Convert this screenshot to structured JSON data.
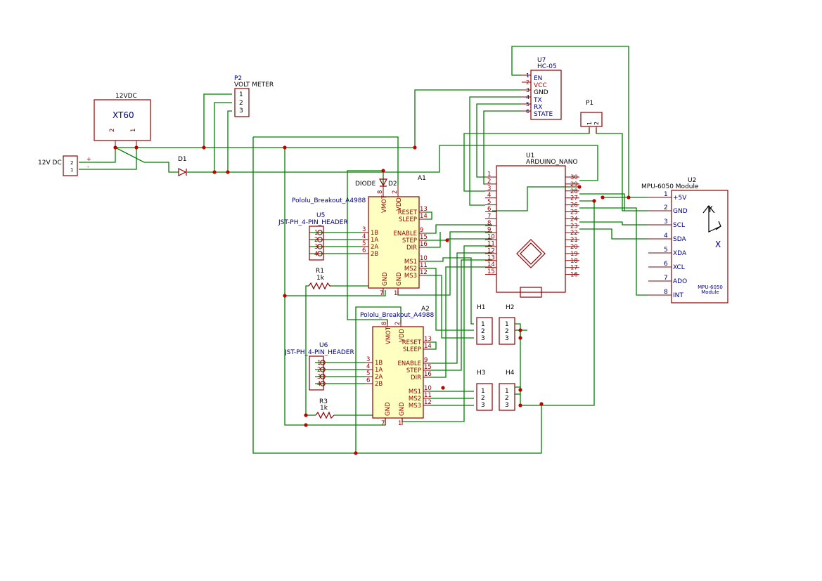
{
  "colors": {
    "wire": "#008000",
    "body": "#8b0000",
    "fill": "#ffffc2",
    "label": "#000080",
    "junction": "#c00000"
  },
  "xt60": {
    "value": "12VDC",
    "name": "XT60",
    "pins": [
      "2",
      "1"
    ]
  },
  "dc": {
    "label": "12V DC",
    "pins": [
      "2",
      "1"
    ],
    "signs": [
      "+",
      "-"
    ]
  },
  "p2": {
    "ref": "P2",
    "value": "VOLT METER",
    "pins": [
      "1",
      "2",
      "3"
    ]
  },
  "d1": {
    "ref": "D1"
  },
  "d2": {
    "ref": "D2",
    "value": "DIODE"
  },
  "a1": {
    "ref": "A1",
    "value": "Pololu_Breakout_A4988",
    "top_pins": [
      {
        "n": "8",
        "l": "VMOT"
      },
      {
        "n": "2",
        "l": "VDD"
      }
    ],
    "bottom_pins": [
      {
        "n": "7",
        "l": "GND"
      },
      {
        "n": "1",
        "l": "GND"
      }
    ],
    "left_pins": [
      {
        "n": "3",
        "l": "1B"
      },
      {
        "n": "4",
        "l": "1A"
      },
      {
        "n": "5",
        "l": "2A"
      },
      {
        "n": "6",
        "l": "2B"
      }
    ],
    "right_pins": [
      {
        "n": "13",
        "l": "RESET"
      },
      {
        "n": "14",
        "l": "SLEEP"
      },
      {
        "n": "9",
        "l": "ENABLE"
      },
      {
        "n": "15",
        "l": "STEP"
      },
      {
        "n": "16",
        "l": "DIR"
      },
      {
        "n": "10",
        "l": "MS1"
      },
      {
        "n": "11",
        "l": "MS2"
      },
      {
        "n": "12",
        "l": "MS3"
      }
    ]
  },
  "a2": {
    "ref": "A2",
    "value": "Pololu_Breakout_A4988"
  },
  "u5": {
    "ref": "U5",
    "value": "JST-PH_4-PIN_HEADER",
    "pins": [
      "1",
      "2",
      "3",
      "4"
    ]
  },
  "u6": {
    "ref": "U6",
    "value": "JST-PH_4-PIN_HEADER",
    "pins": [
      "1",
      "2",
      "3",
      "4"
    ]
  },
  "r1": {
    "ref": "R1",
    "value": "1k"
  },
  "r3": {
    "ref": "R3",
    "value": "1k"
  },
  "u7": {
    "ref": "U7",
    "value": "HC-05",
    "pins": [
      {
        "n": "1",
        "l": "EN"
      },
      {
        "n": "2",
        "l": "VCC"
      },
      {
        "n": "3",
        "l": "GND"
      },
      {
        "n": "4",
        "l": "TX"
      },
      {
        "n": "5",
        "l": "RX"
      },
      {
        "n": "6",
        "l": "STATE"
      }
    ]
  },
  "p1": {
    "ref": "P1",
    "pins": [
      "1",
      "2"
    ]
  },
  "u1": {
    "ref": "U1",
    "value": "ARDUINO_NANO",
    "left_pins": [
      "1",
      "2",
      "3",
      "4",
      "5",
      "6",
      "7",
      "8",
      "9",
      "10",
      "11",
      "12",
      "13",
      "14",
      "15"
    ],
    "right_pins": [
      "30",
      "29",
      "28",
      "27",
      "26",
      "25",
      "24",
      "23",
      "22",
      "21",
      "20",
      "19",
      "18",
      "17",
      "16"
    ]
  },
  "u2": {
    "ref": "U2",
    "value": "MPU-6050 Module",
    "module_text": [
      "MPU-6050",
      "Module"
    ],
    "axes": [
      "Y",
      "X"
    ],
    "pins": [
      {
        "n": "1",
        "l": "+5V"
      },
      {
        "n": "2",
        "l": "GND"
      },
      {
        "n": "3",
        "l": "SCL"
      },
      {
        "n": "4",
        "l": "SDA"
      },
      {
        "n": "5",
        "l": "XDA"
      },
      {
        "n": "6",
        "l": "XCL"
      },
      {
        "n": "7",
        "l": "ADO"
      },
      {
        "n": "8",
        "l": "INT"
      }
    ]
  },
  "headers": [
    {
      "ref": "H1",
      "pins": [
        "1",
        "2",
        "3"
      ]
    },
    {
      "ref": "H2",
      "pins": [
        "1",
        "2",
        "3"
      ]
    },
    {
      "ref": "H3",
      "pins": [
        "1",
        "2",
        "3"
      ]
    },
    {
      "ref": "H4",
      "pins": [
        "1",
        "2",
        "3"
      ]
    }
  ]
}
